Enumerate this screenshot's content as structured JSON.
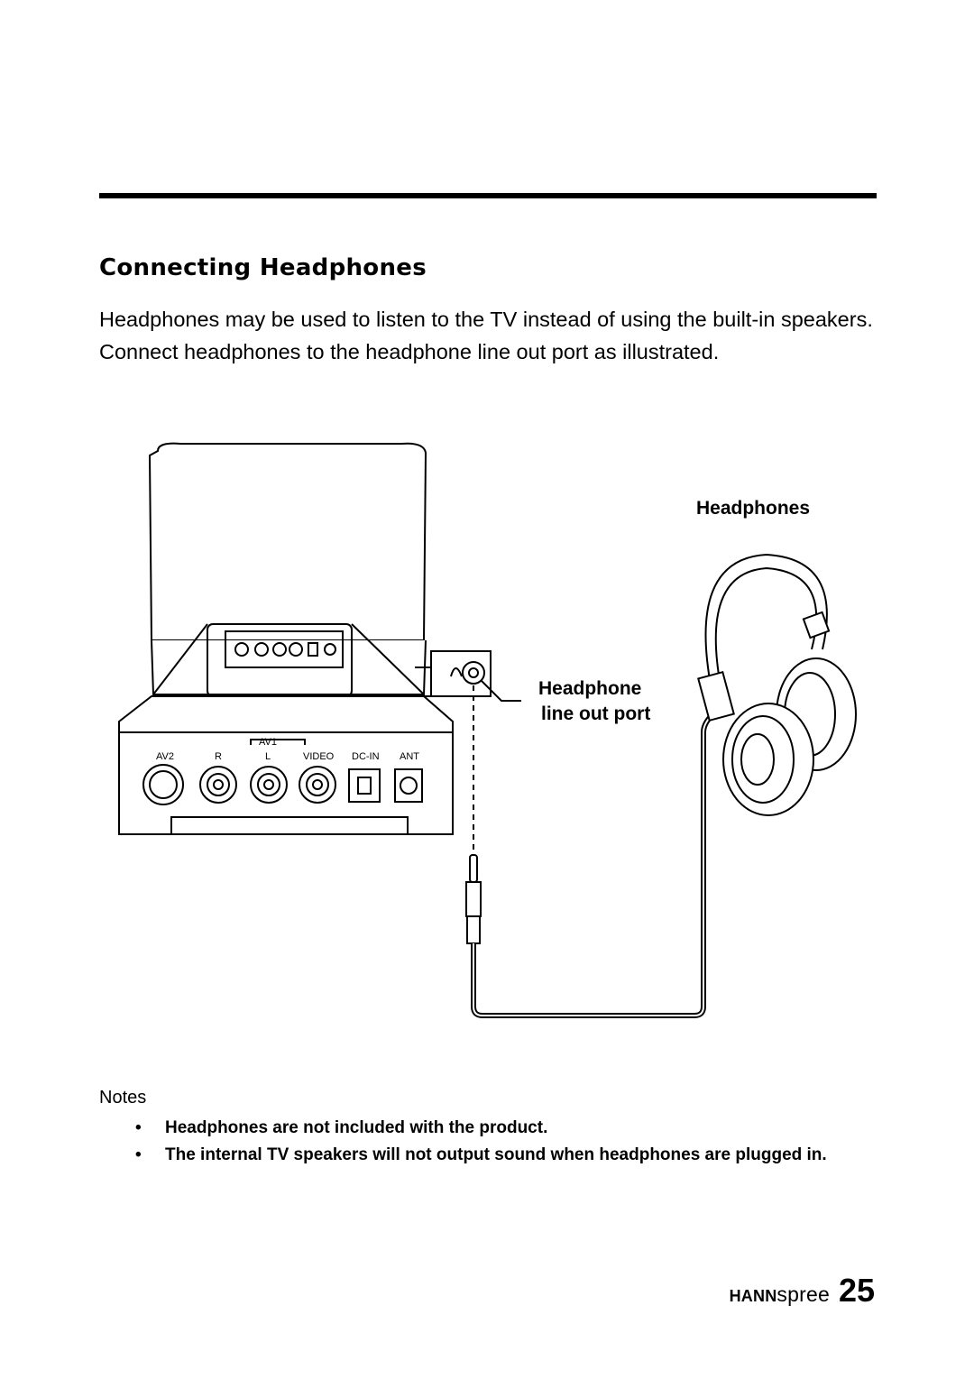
{
  "page": {
    "title": "Connecting Headphones",
    "intro": "Headphones may be used to listen to the TV instead of using the built-in speakers. Connect headphones to the headphone line out port as illustrated."
  },
  "figure": {
    "headphones_label": "Headphones",
    "port_label_line1": "Headphone",
    "port_label_line2": "line out port",
    "panel_labels": {
      "av1": "AV1",
      "av2": "AV2",
      "r": "R",
      "l": "L",
      "video": "VIDEO",
      "dc_in": "DC-IN",
      "ant": "ANT"
    }
  },
  "notes": {
    "heading": "Notes",
    "items": [
      "Headphones are not included with the product.",
      "The internal TV speakers will not output sound when headphones are plugged in."
    ]
  },
  "footer": {
    "brand_bold": "HANN",
    "brand_light": "spree",
    "page_number": "25"
  }
}
